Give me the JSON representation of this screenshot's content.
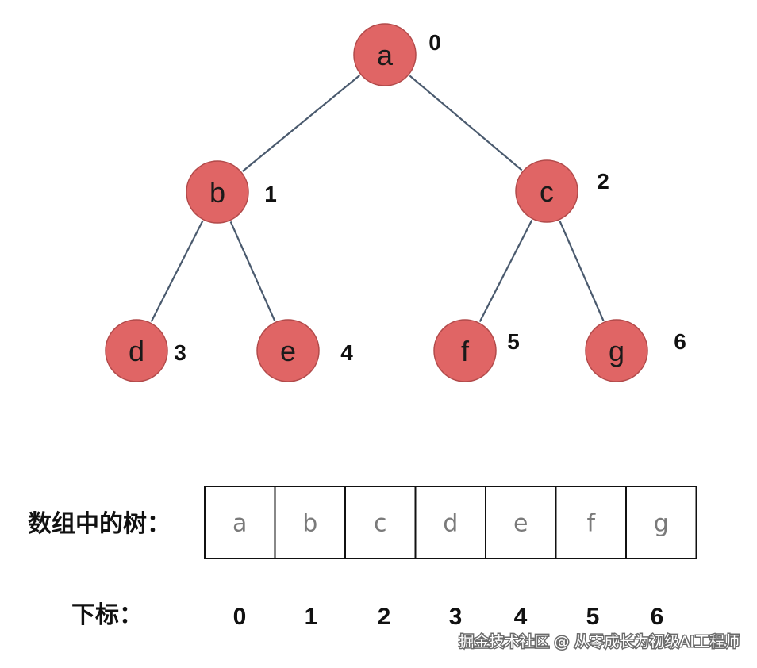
{
  "tree": {
    "nodes": [
      {
        "id": "a",
        "label": "a",
        "index": "0"
      },
      {
        "id": "b",
        "label": "b",
        "index": "1"
      },
      {
        "id": "c",
        "label": "c",
        "index": "2"
      },
      {
        "id": "d",
        "label": "d",
        "index": "3"
      },
      {
        "id": "e",
        "label": "e",
        "index": "4"
      },
      {
        "id": "f",
        "label": "f",
        "index": "5"
      },
      {
        "id": "g",
        "label": "g",
        "index": "6"
      }
    ],
    "edges": [
      {
        "from": "a",
        "to": "b"
      },
      {
        "from": "a",
        "to": "c"
      },
      {
        "from": "b",
        "to": "d"
      },
      {
        "from": "b",
        "to": "e"
      },
      {
        "from": "c",
        "to": "f"
      },
      {
        "from": "c",
        "to": "g"
      }
    ]
  },
  "array": {
    "label": "数组中的树：",
    "cells": [
      "a",
      "b",
      "c",
      "d",
      "e",
      "f",
      "g"
    ]
  },
  "indices": {
    "label": "下标：",
    "values": [
      "0",
      "1",
      "2",
      "3",
      "4",
      "5",
      "6"
    ]
  },
  "colors": {
    "node_fill": "#e06565",
    "node_stroke": "#b24a4a",
    "edge": "#4a5a6e"
  },
  "watermark": "掘金技术社区 @ 从零成长为初级AI工程师"
}
